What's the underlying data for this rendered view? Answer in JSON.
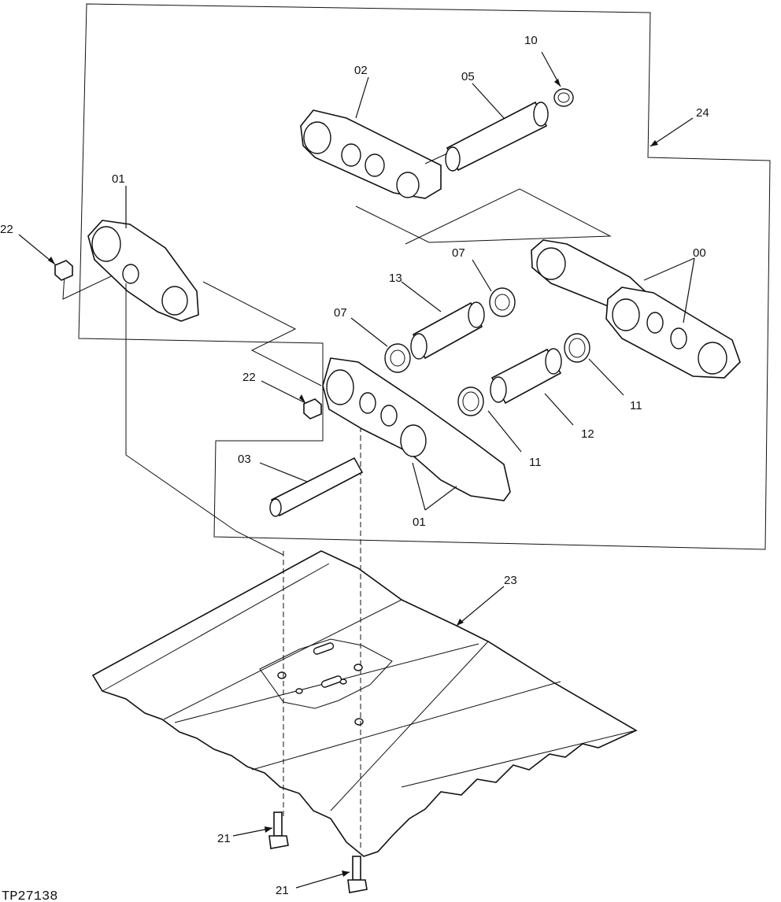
{
  "figure_id": "TP27138",
  "callouts": {
    "c00": "00",
    "c01_top": "01",
    "c01_bottom": "01",
    "c02": "02",
    "c03": "03",
    "c05": "05",
    "c07_upper": "07",
    "c07_lower": "07",
    "c10": "10",
    "c11_right": "11",
    "c11_lower": "11",
    "c12": "12",
    "c13": "13",
    "c21_left": "21",
    "c21_bottom": "21",
    "c22_upper": "22",
    "c22_lower": "22",
    "c23": "23",
    "c24": "24"
  }
}
